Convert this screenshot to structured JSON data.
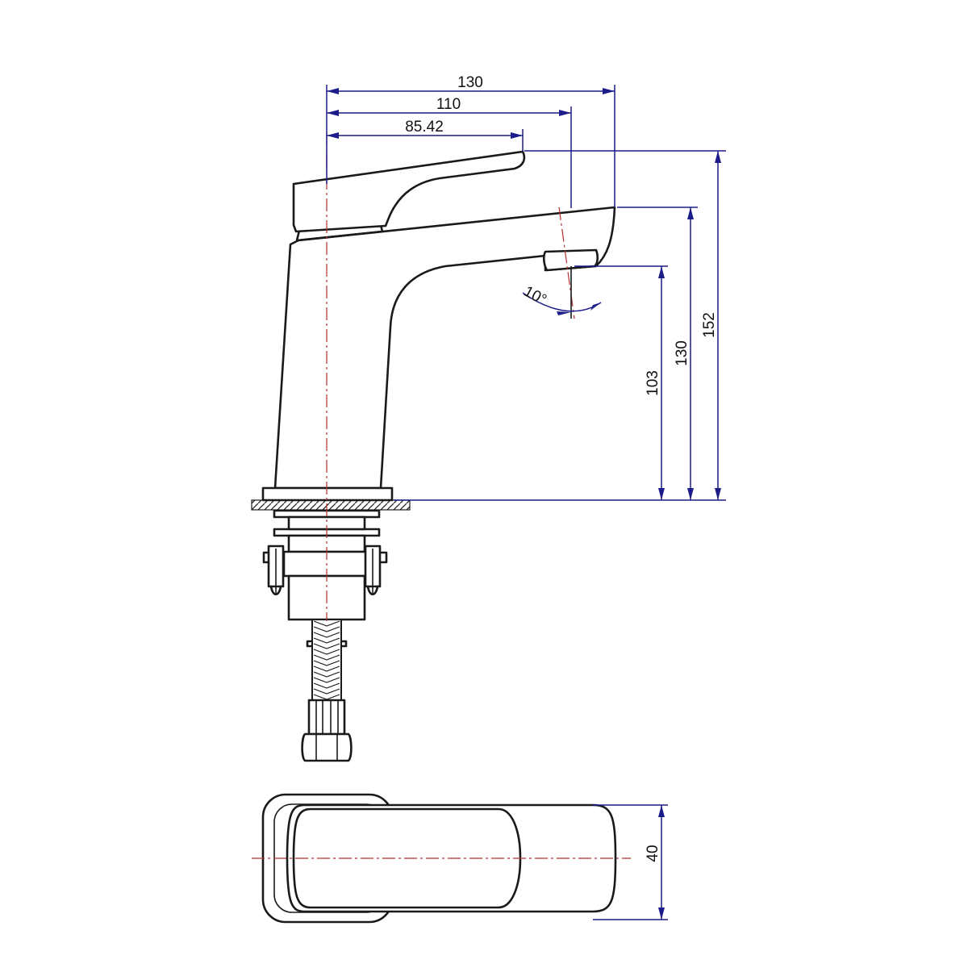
{
  "colors": {
    "outline": "#1a1a1a",
    "dimension": "#1c1c8a",
    "centerline": "#b03030"
  },
  "dimensions": {
    "overall_reach": "130",
    "spout_outlet_reach": "110",
    "lever_reach": "85.42",
    "outlet_height": "103",
    "spout_top_height": "130",
    "overall_height": "152",
    "spout_angle": "10°",
    "top_view_width": "40"
  }
}
